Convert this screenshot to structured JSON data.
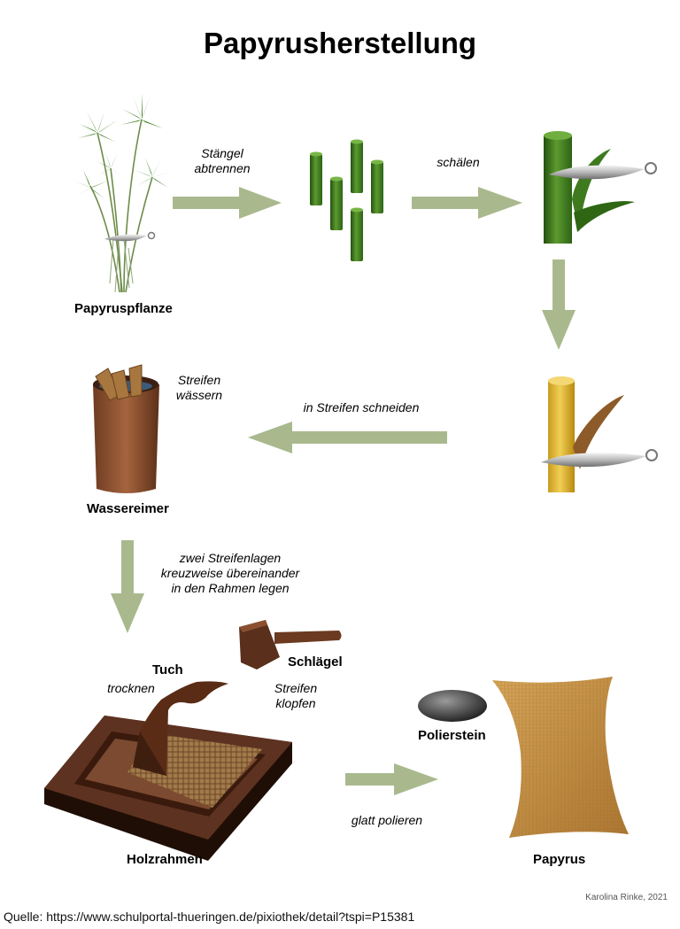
{
  "title": "Papyrusherstellung",
  "labels": {
    "plant": "Papyruspflanze",
    "bucket": "Wassereimer",
    "cloth": "Tuch",
    "mallet": "Schlägel",
    "frame": "Holzrahmen",
    "polish_stone": "Polierstein",
    "papyrus": "Papyrus"
  },
  "steps": {
    "cut_stems": "Stängel\nabtrennen",
    "peel": "schälen",
    "cut_strips": "in Streifen schneiden",
    "soak": "Streifen\nwässern",
    "layer": "zwei Streifenlagen\nkreuzweise übereinander\nin den Rahmen legen",
    "dry": "trocknen",
    "beat": "Streifen\nklopfen",
    "polish": "glatt polieren"
  },
  "credit": "Karolina Rinke, 2021",
  "source": "Quelle: https://www.schulportal-thueringen.de/pixiothek/detail?tspi=P15381",
  "colors": {
    "arrow": "#a9b98d",
    "stem_green": "#3f7a1f",
    "stem_yellow": "#e2b830",
    "wood": "#5a2f1c",
    "papyrus": "#c99a4e"
  }
}
